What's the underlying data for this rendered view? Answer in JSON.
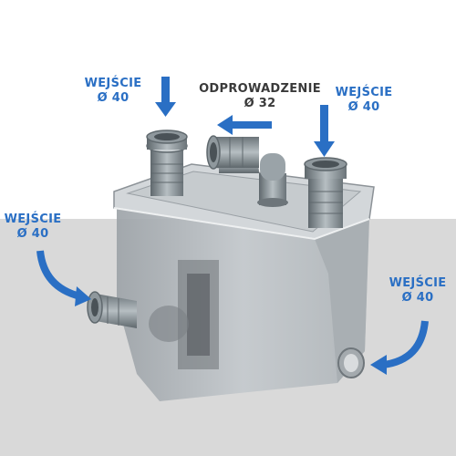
{
  "colors": {
    "accent": "#2a6fc4",
    "dark_text": "#3a3a3a",
    "floor": "#d9d9d9",
    "tank": "#b9bec3",
    "pipe": "#8a9499"
  },
  "callouts": {
    "inlet_top_left": {
      "name": "WEJŚCIE",
      "size": "Ø 40"
    },
    "outlet": {
      "name": "ODPROWADZENIE",
      "size": "Ø 32"
    },
    "inlet_top_right": {
      "name": "WEJŚCIE",
      "size": "Ø 40"
    },
    "inlet_left": {
      "name": "WEJŚCIE",
      "size": "Ø 40"
    },
    "inlet_right": {
      "name": "WEJŚCIE",
      "size": "Ø 40"
    }
  }
}
